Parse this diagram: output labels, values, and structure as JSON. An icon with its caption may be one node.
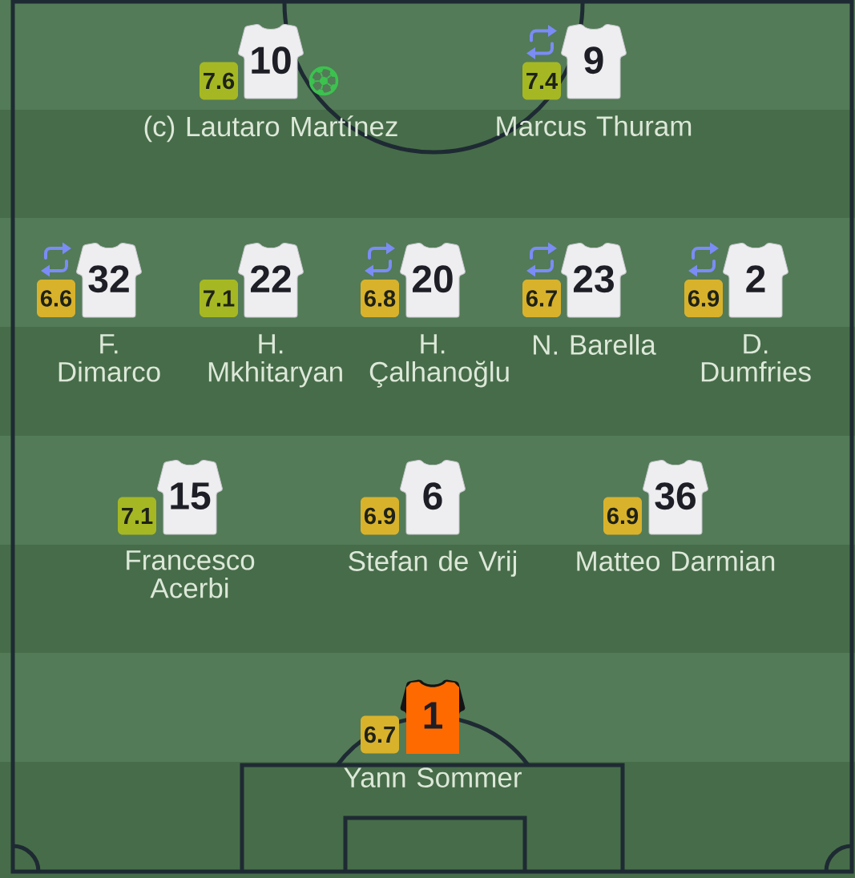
{
  "diagram": {
    "nodes": [
      {
        "text": [
          "7.6"
        ]
      },
      {
        "text": [
          "10"
        ],
        "beside": [
          "(c) Lautaro Martínez"
        ]
      },
      {
        "text": [
          "7.4"
        ]
      },
      {
        "text": [
          "9"
        ],
        "beside": [
          "Marcus Thuram"
        ]
      },
      {
        "text": [
          "6.6"
        ]
      },
      {
        "text": [
          "32"
        ],
        "beside": [
          "F. Dimarco"
        ]
      },
      {
        "text": [
          "7.1"
        ]
      },
      {
        "text": [
          "22"
        ],
        "beside": [
          "H. Mkhitaryan"
        ]
      },
      {
        "text": [
          "6.8"
        ]
      },
      {
        "text": [
          "20"
        ],
        "beside": [
          "H. Çalhanoğlu"
        ]
      },
      {
        "text": [
          "6.7"
        ]
      },
      {
        "text": [
          "23"
        ],
        "beside": [
          "N. Barella"
        ]
      },
      {
        "text": [
          "6.9"
        ]
      },
      {
        "text": [
          "2"
        ],
        "beside": [
          "D. Dumfries"
        ]
      },
      {
        "text": [
          "7.1"
        ]
      },
      {
        "text": [
          "15"
        ],
        "beside": [
          "Francesco Acerbi"
        ]
      },
      {
        "text": [
          "6.9"
        ]
      },
      {
        "text": [
          "6"
        ],
        "beside": [
          "Stefan de Vrij"
        ]
      },
      {
        "text": [
          "6.9"
        ]
      },
      {
        "text": [
          "36"
        ],
        "beside": [
          "Matteo Darmian"
        ]
      },
      {
        "text": [
          "6.7"
        ]
      },
      {
        "text": [
          "1"
        ],
        "beside": [
          "Yann Sommer"
        ]
      }
    ]
  }
}
